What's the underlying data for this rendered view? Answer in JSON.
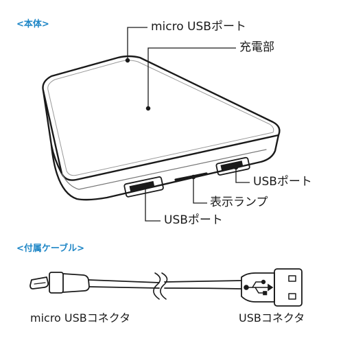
{
  "sections": {
    "main_unit": "<本体>",
    "accessory_cable": "<付属ケーブル>"
  },
  "callouts": {
    "micro_usb_port": "micro USBポート",
    "charging_area": "充電部",
    "usb_port_right": "USBポート",
    "indicator_lamp": "表示ランプ",
    "usb_port_left": "USBポート"
  },
  "connectors": {
    "micro_usb": "micro USBコネクタ",
    "usb": "USBコネクタ"
  },
  "colors": {
    "section_heading": "#1e86c6",
    "line": "#1a1a1a"
  },
  "icons": {
    "usb_symbol": "usb-icon"
  }
}
